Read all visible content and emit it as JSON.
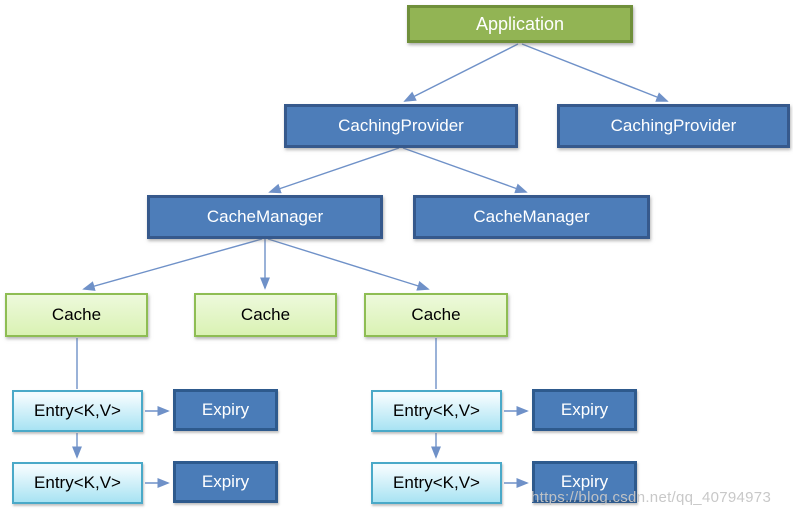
{
  "diagram": {
    "nodes": {
      "application": {
        "label": "Application",
        "type": "application"
      },
      "caching_provider_left": {
        "label": "CachingProvider",
        "type": "caching-provider"
      },
      "caching_provider_right": {
        "label": "CachingProvider",
        "type": "caching-provider"
      },
      "cache_manager_left": {
        "label": "CacheManager",
        "type": "cache-manager"
      },
      "cache_manager_right": {
        "label": "CacheManager",
        "type": "cache-manager"
      },
      "cache_1": {
        "label": "Cache",
        "type": "cache"
      },
      "cache_2": {
        "label": "Cache",
        "type": "cache"
      },
      "cache_3": {
        "label": "Cache",
        "type": "cache"
      },
      "entry_left_1": {
        "label": "Entry<K,V>",
        "type": "entry"
      },
      "entry_left_2": {
        "label": "Entry<K,V>",
        "type": "entry"
      },
      "entry_right_1": {
        "label": "Entry<K,V>",
        "type": "entry"
      },
      "entry_right_2": {
        "label": "Entry<K,V>",
        "type": "entry"
      },
      "expiry_left_1": {
        "label": "Expiry",
        "type": "expiry"
      },
      "expiry_left_2": {
        "label": "Expiry",
        "type": "expiry"
      },
      "expiry_right_1": {
        "label": "Expiry",
        "type": "expiry"
      },
      "expiry_right_2": {
        "label": "Expiry",
        "type": "expiry"
      }
    },
    "edges": [
      {
        "from": "application",
        "to": "caching_provider_left",
        "arrow": true
      },
      {
        "from": "application",
        "to": "caching_provider_right",
        "arrow": true
      },
      {
        "from": "caching_provider_left",
        "to": "cache_manager_left",
        "arrow": true
      },
      {
        "from": "caching_provider_left",
        "to": "cache_manager_right",
        "arrow": true
      },
      {
        "from": "cache_manager_left",
        "to": "cache_1",
        "arrow": true
      },
      {
        "from": "cache_manager_left",
        "to": "cache_2",
        "arrow": true
      },
      {
        "from": "cache_manager_left",
        "to": "cache_3",
        "arrow": true
      },
      {
        "from": "cache_1",
        "to": "entry_left_1",
        "arrow": false
      },
      {
        "from": "entry_left_1",
        "to": "entry_left_2",
        "arrow": true
      },
      {
        "from": "entry_left_1",
        "to": "expiry_left_1",
        "arrow": true
      },
      {
        "from": "entry_left_2",
        "to": "expiry_left_2",
        "arrow": true
      },
      {
        "from": "cache_3",
        "to": "entry_right_1",
        "arrow": false
      },
      {
        "from": "entry_right_1",
        "to": "entry_right_2",
        "arrow": true
      },
      {
        "from": "entry_right_1",
        "to": "expiry_right_1",
        "arrow": true
      },
      {
        "from": "entry_right_2",
        "to": "expiry_right_2",
        "arrow": true
      }
    ],
    "colors": {
      "green_fill": "#92b454",
      "green_border": "#6f8f3a",
      "blue_fill": "#4d7db9",
      "blue_border": "#36598c",
      "cache_fill_top": "#edf9dc",
      "cache_fill_bottom": "#daf2b4",
      "cache_border": "#8ebd53",
      "entry_fill_top": "#f2fbfe",
      "entry_fill_bottom": "#a8e3f3",
      "entry_border": "#4aa9c8",
      "expiry_fill": "#4a7cb8",
      "expiry_border": "#2e5a8d",
      "connector": "#6f91c8",
      "watermark": "#c6c6c6"
    },
    "watermark": {
      "text": "https://blog.csdn.net/qq_40794973"
    }
  }
}
